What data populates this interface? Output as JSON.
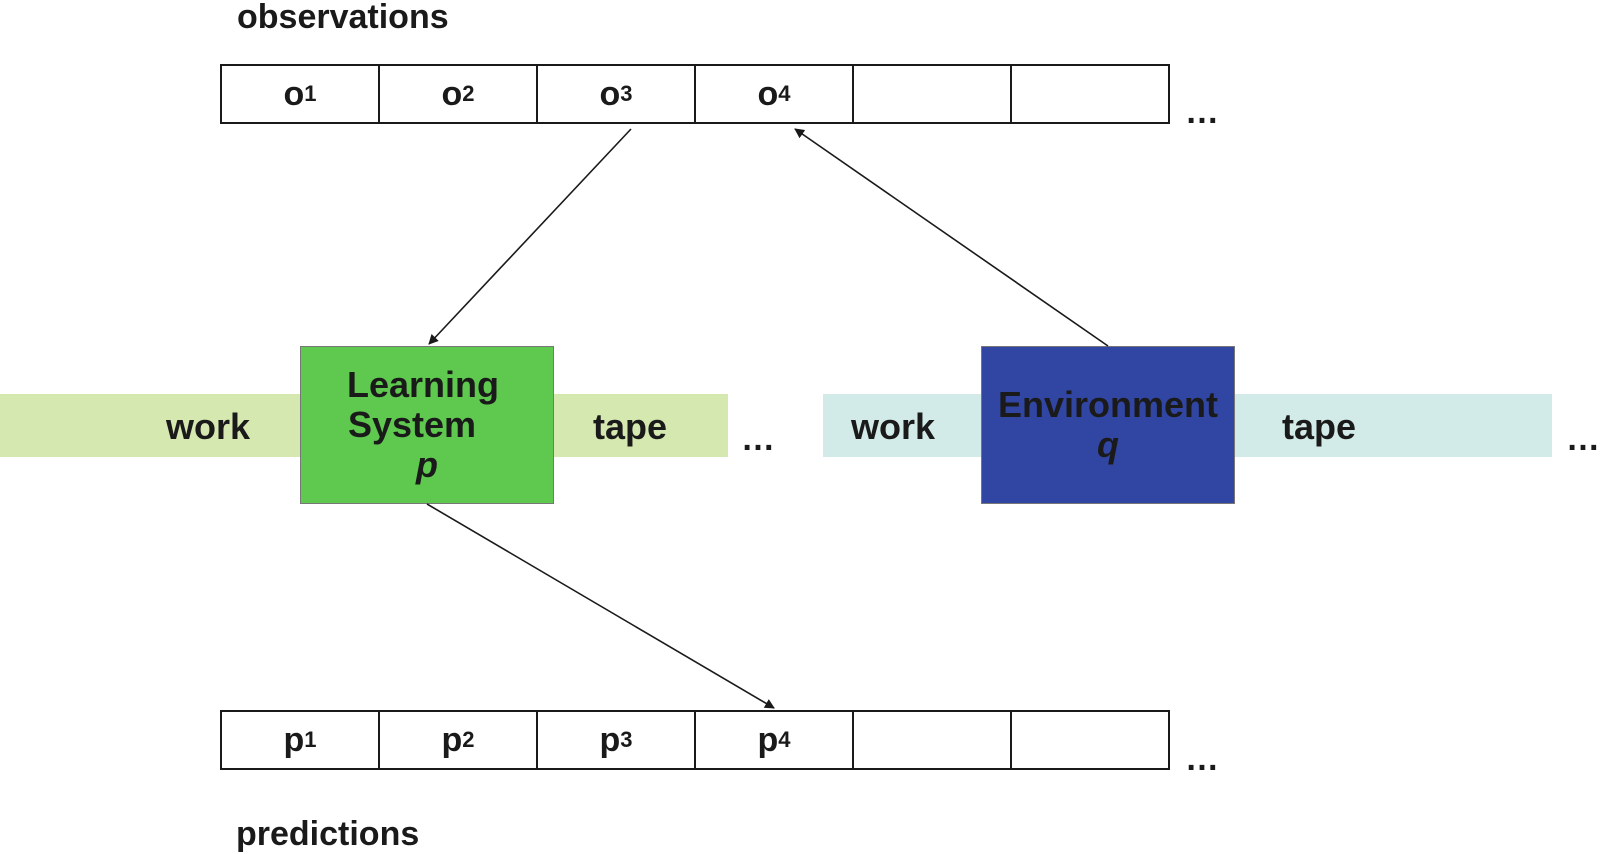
{
  "observations": {
    "label": "observations",
    "cells": [
      {
        "base": "o",
        "sub": "1"
      },
      {
        "base": "o",
        "sub": "2"
      },
      {
        "base": "o",
        "sub": "3"
      },
      {
        "base": "o",
        "sub": "4"
      },
      {
        "base": "",
        "sub": ""
      },
      {
        "base": "",
        "sub": ""
      }
    ],
    "ellipsis": "…"
  },
  "predictions": {
    "label": "predictions",
    "cells": [
      {
        "base": "p",
        "sub": "1"
      },
      {
        "base": "p",
        "sub": "2"
      },
      {
        "base": "p",
        "sub": "3"
      },
      {
        "base": "p",
        "sub": "4"
      },
      {
        "base": "",
        "sub": ""
      },
      {
        "base": "",
        "sub": ""
      }
    ],
    "ellipsis": "…"
  },
  "learning_system": {
    "line1": "Learning",
    "line2": "System",
    "var": "p",
    "color": "#5ec94e",
    "work_label": "work",
    "tape_label": "tape",
    "band_color": "#d4e8b0",
    "ellipsis": "…"
  },
  "environment": {
    "line1": "Environment",
    "var": "q",
    "color": "#3146a3",
    "work_label": "work",
    "tape_label": "tape",
    "band_color": "#d3ebe8",
    "ellipsis": "…"
  }
}
